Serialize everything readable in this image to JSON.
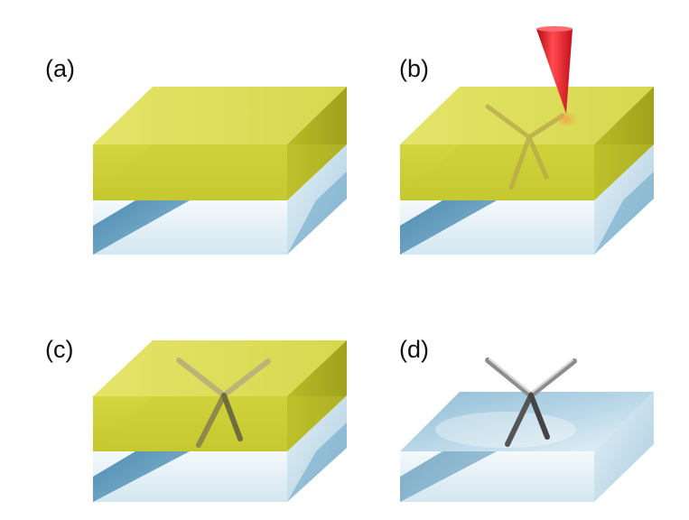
{
  "panels": [
    {
      "label": "(a)",
      "photoresist_layer": true,
      "laser_focus": false,
      "written_structure": "none"
    },
    {
      "label": "(b)",
      "photoresist_layer": true,
      "laser_focus": true,
      "written_structure": "exposed"
    },
    {
      "label": "(c)",
      "photoresist_layer": true,
      "laser_focus": false,
      "written_structure": "exposed-protruding"
    },
    {
      "label": "(d)",
      "photoresist_layer": false,
      "laser_focus": false,
      "written_structure": "developed"
    }
  ],
  "colors": {
    "resist_top": "#dede5c",
    "resist_front": "#c9cd33",
    "resist_side": "#a8ab22",
    "glass_top": "#b8d6e6",
    "glass_front": "#e9f3f8",
    "glass_side": "#cfe3ee",
    "glass_shadow": "#3f86ad",
    "laser": "#e0151b",
    "rod_exposed": "#b7a74a",
    "rod_developed": "#777777"
  }
}
